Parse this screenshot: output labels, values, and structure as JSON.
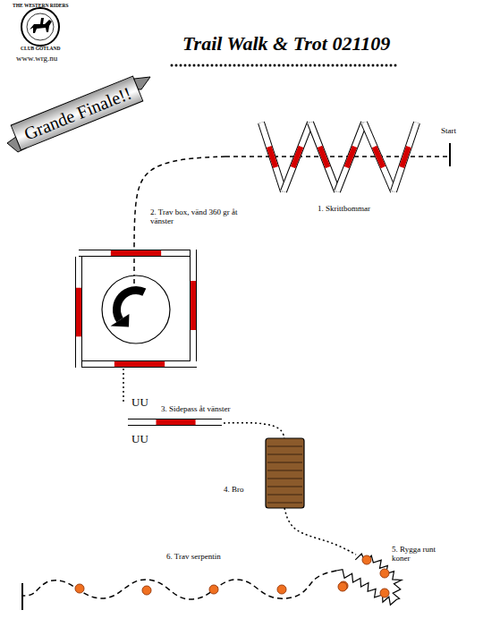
{
  "diagram": {
    "title": "Trail Walk & Trot 021109",
    "nodes": [
      {
        "text": [
          "Grande Finale!!"
        ]
      }
    ],
    "labels": [
      "THE WESTERN RIDERS",
      "CLUB GOTLAND",
      "www.wrg.nu",
      "Start",
      "1. Skrittbommar",
      "2. Trav box, vänd 360 gr åt vänster",
      "UU",
      "3. Sidepass åt vänster",
      "UU",
      "4. Bro",
      "5. Rygga runt koner",
      "6. Trav serpentin"
    ]
  }
}
